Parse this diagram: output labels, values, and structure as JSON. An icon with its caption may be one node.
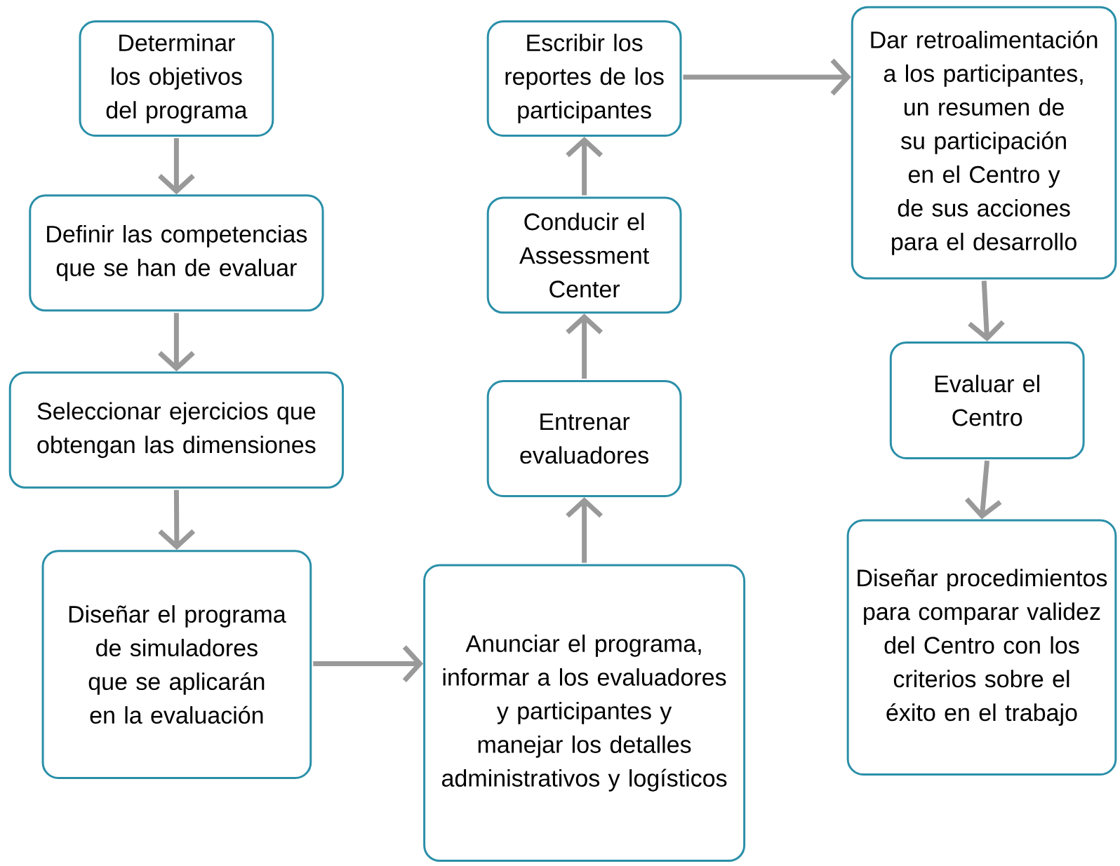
{
  "diagram": {
    "nodes": [
      {
        "text": [
          "Determinar los objetivos del programa"
        ]
      },
      {
        "text": [
          "Definir las competencias que se han de evaluar"
        ]
      },
      {
        "text": [
          "Seleccionar ejercicios que obtengan las dimensiones"
        ]
      },
      {
        "text": [
          "Diseñar el programa de simuladores que se aplicarán en la evaluación"
        ]
      },
      {
        "text": [
          "Anunciar el programa, informar a los evaluadores y participantes y manejar los detalles administrativos y logísticos"
        ]
      },
      {
        "text": [
          "Entrenar evaluadores"
        ]
      },
      {
        "text": [
          "Conducir el Assessment Center"
        ]
      },
      {
        "text": [
          "Escribir los reportes de los participantes"
        ]
      },
      {
        "text": [
          "Dar retroalimentación a los participantes, un resumen de su participación en el Centro y de sus acciones para el desarrollo"
        ]
      },
      {
        "text": [
          "Evaluar el Centro"
        ]
      },
      {
        "text": [
          "Diseñar procedimientos para comparar validez del Centro con los criterios sobre el éxito en el trabajo"
        ]
      }
    ],
    "edges": [
      {
        "from": 0,
        "to": 1,
        "arrow": "to"
      },
      {
        "from": 1,
        "to": 2,
        "arrow": "to"
      },
      {
        "from": 2,
        "to": 3,
        "arrow": "to"
      },
      {
        "from": 3,
        "to": 4,
        "arrow": "to"
      },
      {
        "from": 4,
        "to": 5,
        "arrow": "to"
      },
      {
        "from": 5,
        "to": 6,
        "arrow": "to"
      },
      {
        "from": 6,
        "to": 7,
        "arrow": "to"
      },
      {
        "from": 7,
        "to": 8,
        "arrow": "to"
      },
      {
        "from": 8,
        "to": 9,
        "arrow": "to"
      },
      {
        "from": 9,
        "to": 10,
        "arrow": "to"
      }
    ]
  }
}
